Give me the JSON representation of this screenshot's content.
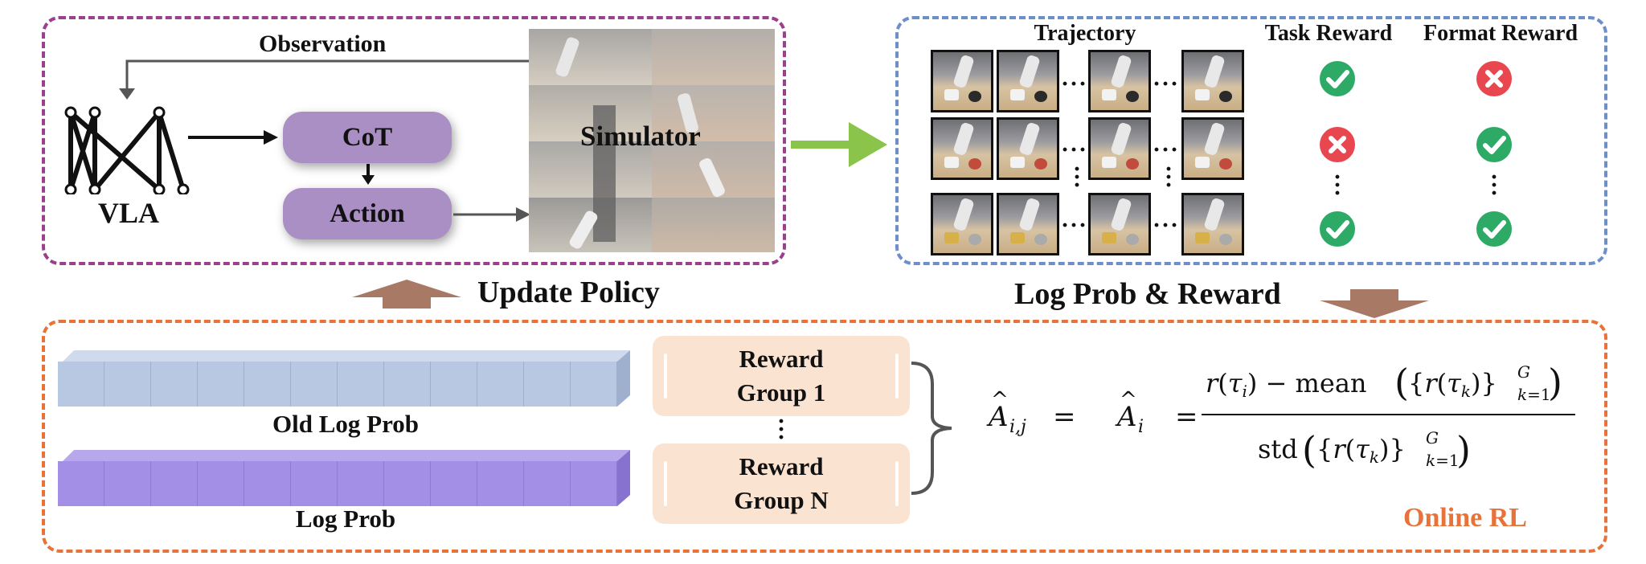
{
  "top_left": {
    "observation_label": "Observation",
    "vla_label": "VLA",
    "cot_label": "CoT",
    "action_label": "Action",
    "simulator_label": "Simulator",
    "box_color": "#9b3f8f",
    "node_color": "#a98fc3"
  },
  "top_right": {
    "trajectory_header": "Trajectory",
    "task_reward_header": "Task Reward",
    "format_reward_header": "Format Reward",
    "rows": [
      {
        "task_reward": "check",
        "format_reward": "cross"
      },
      {
        "task_reward": "cross",
        "format_reward": "check"
      },
      {
        "task_reward": "check",
        "format_reward": "check"
      }
    ],
    "box_color": "#6d8fc9"
  },
  "middle": {
    "update_policy_label": "Update Policy",
    "log_prob_reward_label": "Log Prob & Reward",
    "arrow_color": "#a87a66",
    "transfer_arrow_color": "#8ac44a"
  },
  "bottom": {
    "old_log_prob_label": "Old Log Prob",
    "log_prob_label": "Log Prob",
    "reward_group_1": [
      "Reward",
      "Group 1"
    ],
    "reward_group_n": [
      "Reward",
      "Group N"
    ],
    "online_rl_label": "Online RL",
    "box_color": "#e8733a",
    "old_bar_color": "#b8c8e3",
    "new_bar_color": "#a48fe6",
    "group_color": "#fbe3d2"
  },
  "icons": {
    "check_color": "#2daa66",
    "cross_color": "#e8474f"
  }
}
